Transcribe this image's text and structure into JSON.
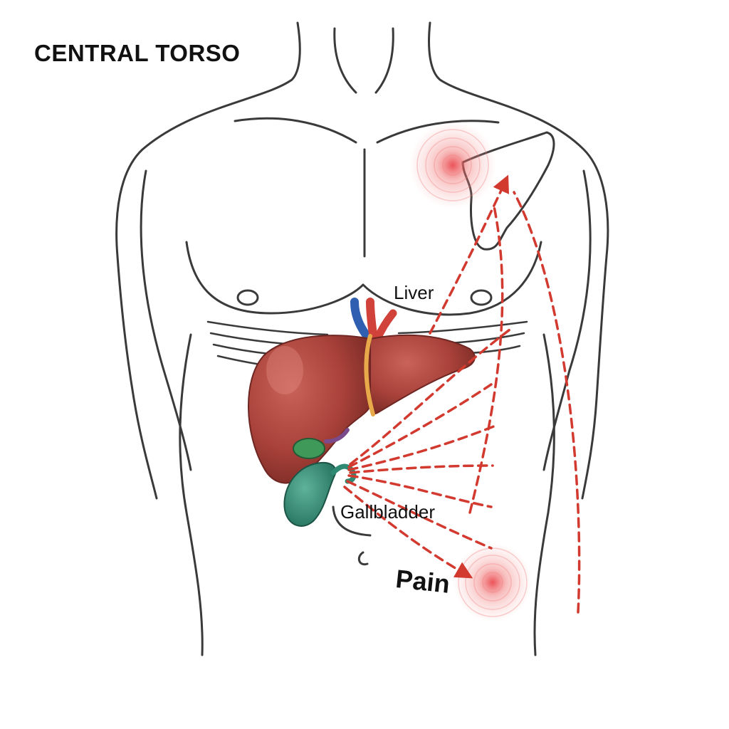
{
  "title": "CENTRAL TORSO",
  "labels": {
    "liver": "Liver",
    "gallbladder": "Gallbladder",
    "pain": "Pain"
  },
  "colors": {
    "outline": "#3a3a3a",
    "liver": "#a9423a",
    "liver_highlight": "#c9645a",
    "ligament": "#e8a94a",
    "gallbladder": "#2f8a74",
    "vein": "#2f5fb0",
    "artery": "#d0423a",
    "referred_pain_arrow": "#d23a30",
    "pain_glow": "#f08a8a"
  },
  "icons": [
    "pain-glow-shoulder-icon",
    "pain-glow-abdomen-icon"
  ]
}
